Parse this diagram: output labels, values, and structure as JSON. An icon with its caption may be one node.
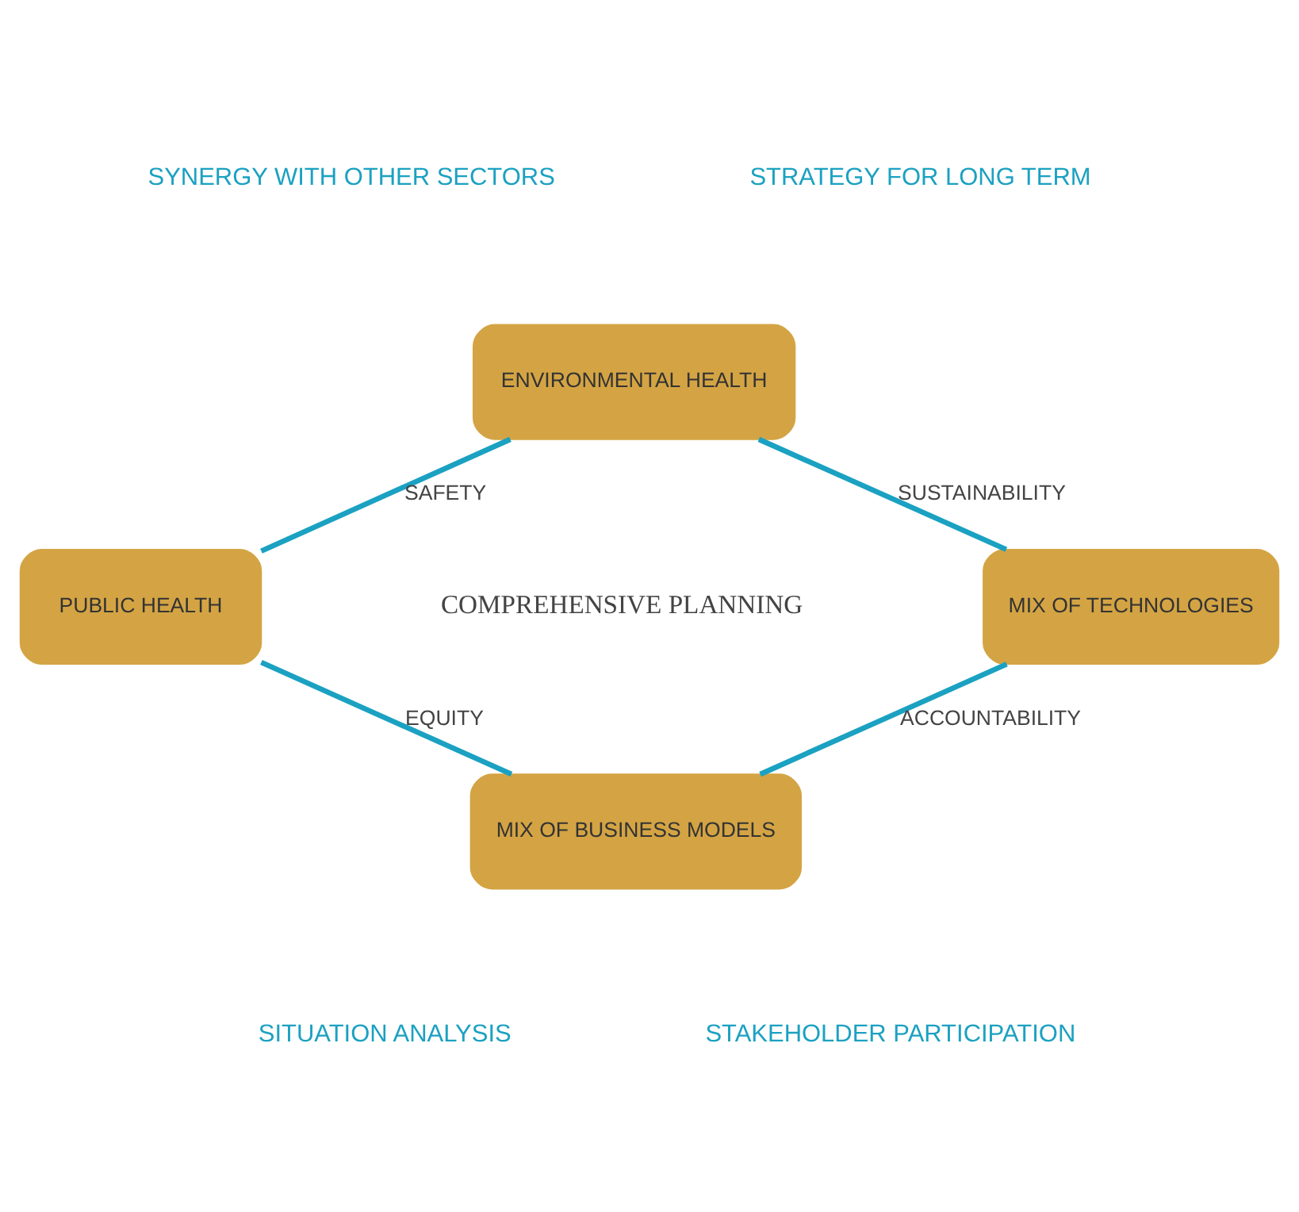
{
  "diagram": {
    "nodes": [
      {
        "text": [
          "ENVIRONMENTAL HEALTH"
        ]
      },
      {
        "text": [
          "PUBLIC HEALTH"
        ]
      },
      {
        "text": [
          "MIX OF TECHNOLOGIES"
        ]
      },
      {
        "text": [
          "MIX OF BUSINESS MODELS"
        ]
      }
    ],
    "edges": [
      {
        "from": 0,
        "to": 2,
        "arrow": "none",
        "label": "SUSTAINABILITY"
      },
      {
        "from": 2,
        "to": 3,
        "arrow": "none",
        "label": "ACCOUNTABILITY"
      },
      {
        "from": 3,
        "to": 1,
        "arrow": "none",
        "label": "EQUITY"
      },
      {
        "from": 1,
        "to": 0,
        "arrow": "none",
        "label": "SAFETY"
      }
    ],
    "labels": [
      "SYNERGY WITH OTHER SECTORS",
      "STRATEGY FOR LONG TERM",
      "COMPREHENSIVE PLANNING",
      "SITUATION ANALYSIS",
      "STAKEHOLDER PARTICIPATION"
    ]
  }
}
